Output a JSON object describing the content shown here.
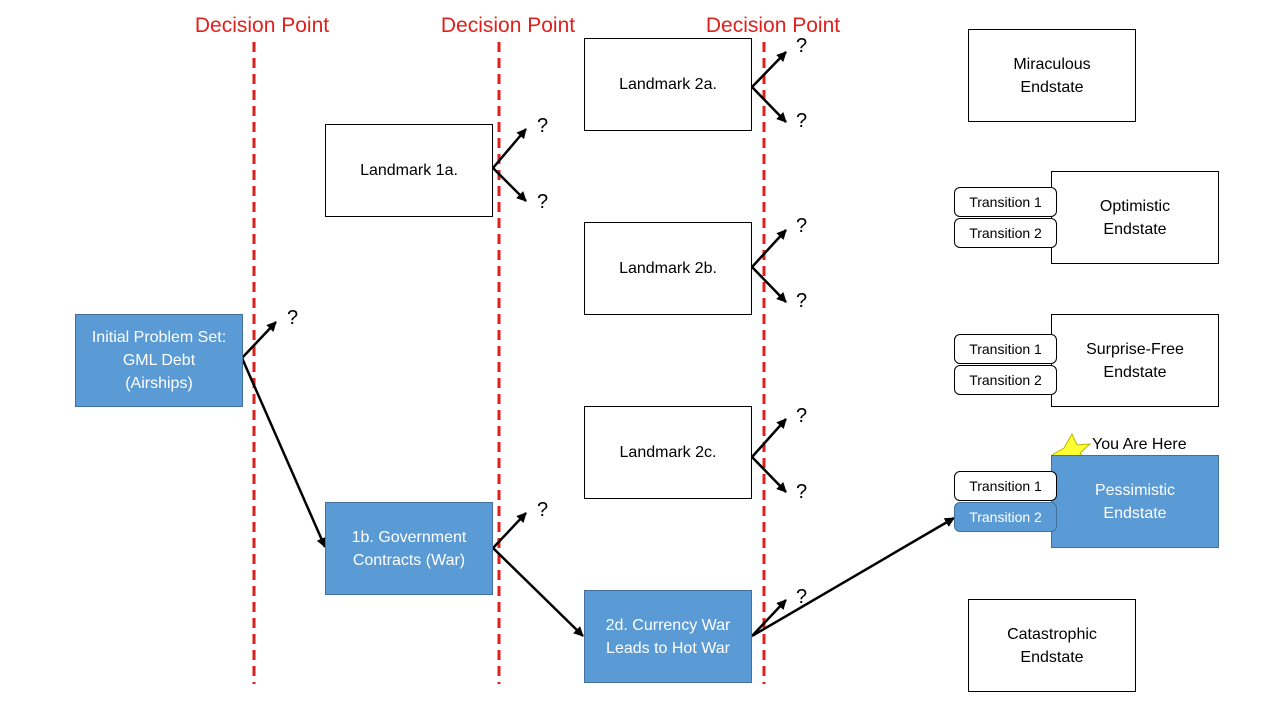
{
  "decision_points": [
    "Decision Point",
    "Decision Point",
    "Decision Point"
  ],
  "question_mark": "?",
  "nodes": {
    "initial": "Initial Problem Set:\nGML Debt\n(Airships)",
    "l1a": "Landmark 1a.",
    "l1b": "1b. Government\nContracts (War)",
    "l2a": "Landmark 2a.",
    "l2b": "Landmark 2b.",
    "l2c": "Landmark 2c.",
    "l2d": "2d. Currency War\nLeads to Hot War"
  },
  "endstates": {
    "miraculous": "Miraculous\nEndstate",
    "optimistic": "Optimistic\nEndstate",
    "surprise_free": "Surprise-Free\nEndstate",
    "pessimistic": "Pessimistic\nEndstate",
    "catastrophic": "Catastrophic\nEndstate"
  },
  "transitions": {
    "t1": "Transition 1",
    "t2": "Transition 2"
  },
  "you_are_here": "You Are Here",
  "colors": {
    "highlight": "#5b9bd5",
    "decision_line": "#e0201c",
    "star": "#ffff33"
  }
}
